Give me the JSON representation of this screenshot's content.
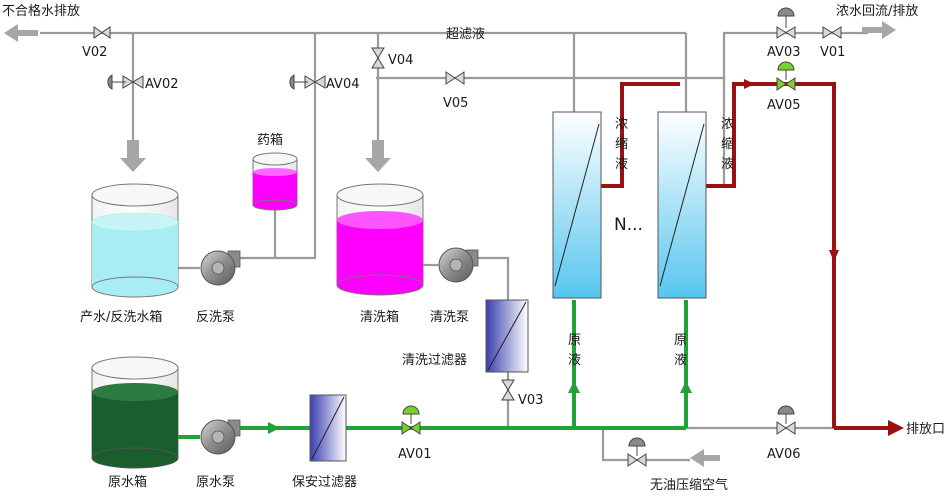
{
  "labels": {
    "top_left_discharge": "不合格水排放",
    "ultrafiltrate": "超滤液",
    "top_right_discharge": "浓水回流/排放",
    "medicine_tank": "药箱",
    "product_tank": "产水/反洗水箱",
    "backwash_pump": "反洗泵",
    "cleaning_tank": "清洗箱",
    "cleaning_pump": "清洗泵",
    "cleaning_filter": "清洗过滤器",
    "raw_tank": "原水箱",
    "raw_pump": "原水泵",
    "security_filter": "保安过滤器",
    "oil_free_air": "无油压缩空气",
    "outlet": "排放口",
    "membrane_more": "N...",
    "concentrate_chars": [
      "浓",
      "缩",
      "液"
    ],
    "raw_liquid_chars": [
      "原",
      "液"
    ]
  },
  "valves": {
    "v02": "V02",
    "av02": "AV02",
    "av04": "AV04",
    "v04": "V04",
    "v05": "V05",
    "av03": "AV03",
    "v01": "V01",
    "av05": "AV05",
    "v03": "V03",
    "av01": "AV01",
    "av06": "AV06"
  },
  "colors": {
    "product_water": "#a9ecf3",
    "cleaning_liquid": "#ff00ff",
    "medicine": "#ff00ff",
    "raw_water": "#1a5e2e",
    "raw_feed_line": "#22a33a",
    "concentrate_line": "#9b1111",
    "actuated_valve_open": "#7ad12a"
  }
}
